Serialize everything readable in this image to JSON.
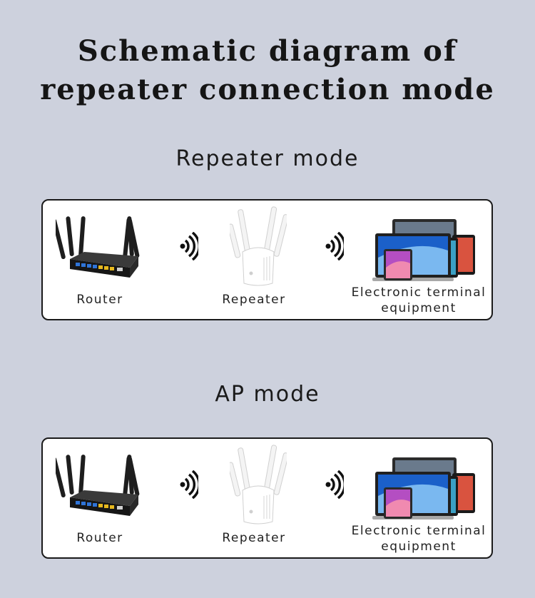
{
  "title": {
    "line1": "Schematic diagram of",
    "line2": "repeater connection mode"
  },
  "sections": [
    {
      "heading": "Repeater mode",
      "devices": [
        {
          "icon": "router-icon",
          "label": "Router"
        },
        {
          "icon": "repeater-icon",
          "label": "Repeater"
        },
        {
          "icon": "devices-icon",
          "label_line1": "Electronic terminal",
          "label_line2": "equipment"
        }
      ]
    },
    {
      "heading": "AP mode",
      "devices": [
        {
          "icon": "router-icon",
          "label": "Router"
        },
        {
          "icon": "repeater-icon",
          "label": "Repeater"
        },
        {
          "icon": "devices-icon",
          "label_line1": "Electronic terminal",
          "label_line2": "equipment"
        }
      ]
    }
  ]
}
